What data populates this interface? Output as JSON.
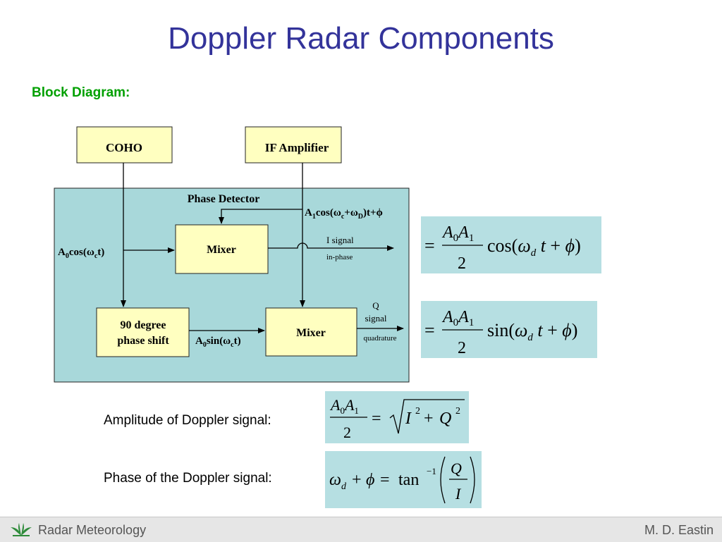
{
  "slide": {
    "title": "Doppler Radar Components",
    "subtitle": "Block Diagram:"
  },
  "diagram": {
    "coho": "COHO",
    "if_amplifier": "IF Amplifier",
    "phase_detector": "Phase Detector",
    "mixer1": "Mixer",
    "mixer2": "Mixer",
    "phase_shift_line1": "90 degree",
    "phase_shift_line2": "phase shift",
    "i_signal": "I signal",
    "in_phase": "in-phase",
    "q": "Q",
    "signal": "signal",
    "quadrature": "quadrature"
  },
  "labels": {
    "amplitude": "Amplitude of Doppler signal:",
    "phase": "Phase of the Doppler signal:"
  },
  "footer": {
    "course": "Radar Meteorology",
    "author": "M. D. Eastin"
  },
  "colors": {
    "title": "#33339a",
    "subtitle": "#00a000",
    "block_fill": "#ffffc0",
    "panel_fill": "#a8d8da",
    "equation_bg": "#b6dfe2"
  }
}
